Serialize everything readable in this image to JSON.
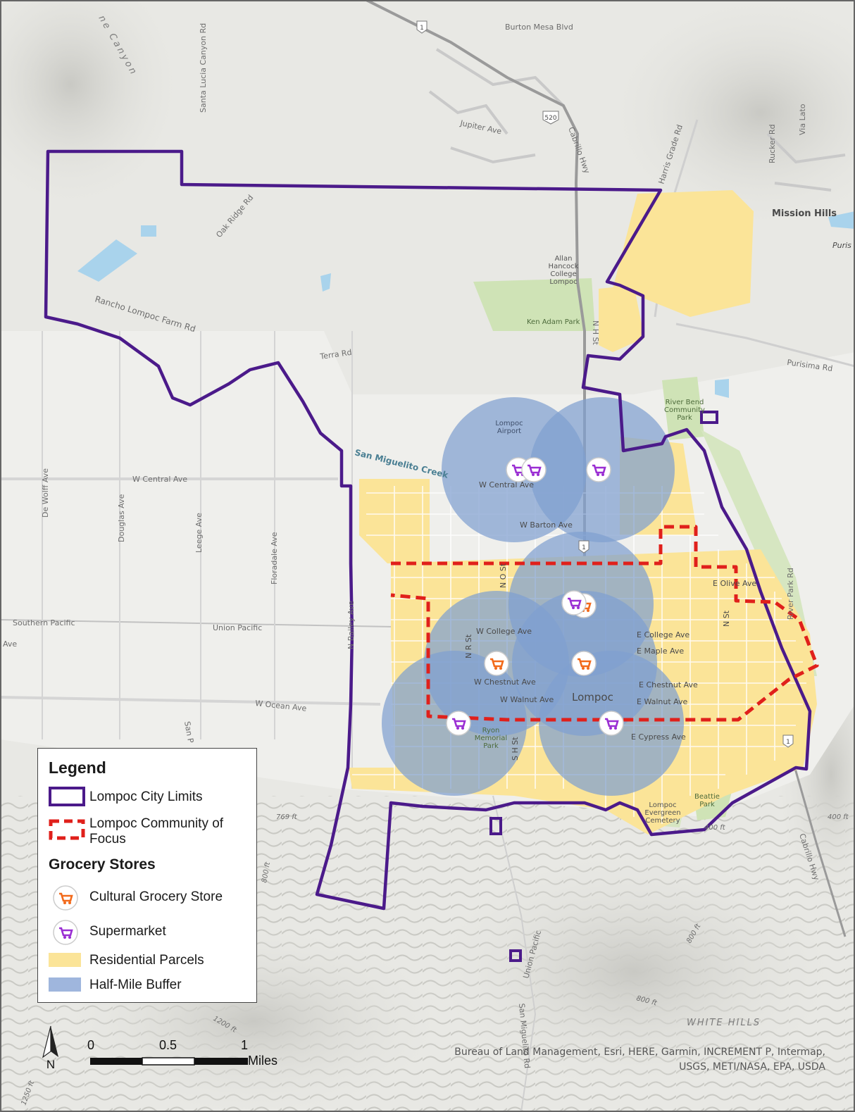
{
  "map": {
    "street_labels": {
      "burton_mesa": "Burton Mesa Blvd",
      "jupiter": "Jupiter Ave",
      "cabrillo_n": "Cabrillo Hwy",
      "santa_lucia": "Santa Lucia Canyon Rd",
      "oak_ridge": "Oak Ridge Rd",
      "rancho_lompoc": "Rancho Lompoc Farm Rd",
      "terra": "Terra Rd",
      "harris_grade": "Harris Grade Rd",
      "rucker": "Rucker Rd",
      "via_lato": "Via Lato",
      "purisima": "Purisima Rd",
      "w_central": "W Central Ave",
      "w_central_town": "W Central Ave",
      "w_barton": "W Barton Ave",
      "de_wolff": "De Wolff Ave",
      "douglas": "Douglas Ave",
      "leege": "Leege Ave",
      "floradale": "Floradale Ave",
      "bailey": "N Bailey Ave",
      "southern_pacific": "Southern Pacific",
      "union_pacific": "Union Pacific",
      "w_ocean": "W Ocean Ave",
      "w_college": "W College Ave",
      "w_chestnut": "W Chestnut Ave",
      "w_walnut": "W Walnut Ave",
      "e_college": "E College Ave",
      "e_maple": "E Maple Ave",
      "e_chestnut": "E Chestnut Ave",
      "e_walnut": "E Walnut Ave",
      "e_cypress": "E Cypress Ave",
      "e_olive": "E Olive Ave",
      "river_park": "River Park Rd",
      "cabrillo_s": "Cabrillo Hwy",
      "union_pacific_s": "Union Pacific",
      "san_miguelito_rd": "San Miguelito Rd",
      "n_h_st": "N H St",
      "n_street": "N O St",
      "n_r_st": "N R St",
      "s_street": "S H St",
      "n_st_e": "N St",
      "ave_left": "Ave",
      "san_p": "San P"
    },
    "place_labels": {
      "mission_hills": "Mission Hills",
      "puri": "Puris",
      "allan_hancock": "Allan Hancock College Lompoc",
      "ken_adam": "Ken Adam Park",
      "lompoc_airport": "Lompoc Airport",
      "river_bend": "River Bend Community Park",
      "ryon_park": "Ryon Memorial Park",
      "lompoc": "Lompoc",
      "lompoc_cemetery": "Lompoc Evergreen Cemetery",
      "beattie": "Beattie Park",
      "white_hills": "WHITE HILLS",
      "san_miguelito_creek": "San Miguelito Creek",
      "canyon": "ne Canyon"
    },
    "route_shields": [
      "1",
      "520",
      "1",
      "1"
    ],
    "elevations": {
      "e1": "769 ft",
      "e2": "800 ft",
      "e3": "400 ft",
      "e4": "400 ft",
      "e5": "800 ft",
      "e6": "1200 ft",
      "e7": "800 ft",
      "e8": "1250 ft"
    },
    "colors": {
      "city_limits": "#4b1a8a",
      "community_of_focus": "#e0201b",
      "residential": "#fbe498",
      "buffer": "#7f9fd0",
      "cultural_grocery": "#f26a1b",
      "supermarket": "#9a2ed3",
      "park": "#cfe3b6",
      "water": "#a9d3ec"
    }
  },
  "stores": {
    "cultural": [
      {
        "name": "cultural-grocery-1"
      },
      {
        "name": "cultural-grocery-2"
      },
      {
        "name": "cultural-grocery-3"
      }
    ],
    "supermarket": [
      {
        "name": "supermarket-1"
      },
      {
        "name": "supermarket-2"
      },
      {
        "name": "supermarket-3"
      },
      {
        "name": "supermarket-4"
      },
      {
        "name": "supermarket-5"
      },
      {
        "name": "supermarket-6"
      }
    ]
  },
  "legend": {
    "title": "Legend",
    "city_limits": "Lompoc City Limits",
    "community_of_focus": "Lompoc Community of Focus",
    "grocery_heading": "Grocery Stores",
    "cultural_grocery": "Cultural Grocery Store",
    "supermarket": "Supermarket",
    "residential": "Residential Parcels",
    "buffer": "Half-Mile Buffer"
  },
  "scalebar": {
    "ticks": [
      "0",
      "0.5",
      "1"
    ],
    "unit": "Miles"
  },
  "north_arrow": {
    "label": "N",
    "icon": "north-arrow-icon"
  },
  "attribution": {
    "line1": "Bureau of Land Management, Esri, HERE, Garmin, INCREMENT P, Intermap,",
    "line2": "USGS, METI/NASA, EPA, USDA"
  }
}
